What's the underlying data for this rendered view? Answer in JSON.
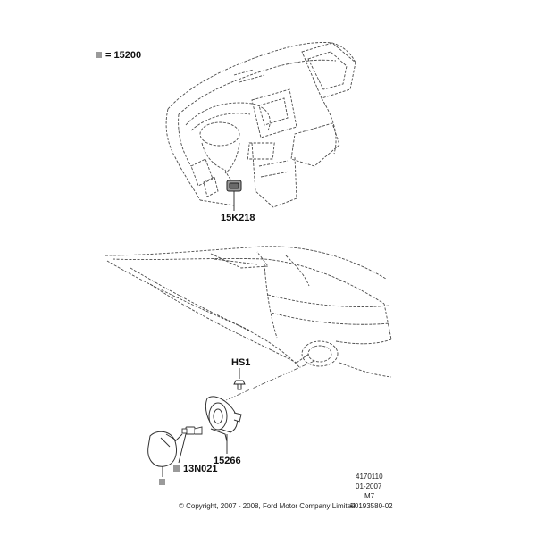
{
  "legend": {
    "code": "= 15200",
    "swatch_color": "#9a9a9a"
  },
  "labels": {
    "switch": "15K218",
    "bolt": "HS1",
    "bulb": "13N021",
    "lamp": "15266"
  },
  "doc_info": {
    "number": "4170110",
    "date": "01-2007",
    "model": "M7",
    "figure": "F0193580-02"
  },
  "copyright": "© Copyright, 2007 - 2008, Ford Motor Company Limited",
  "colors": {
    "line": "#4a4a4a",
    "marker": "#9a9a9a"
  }
}
